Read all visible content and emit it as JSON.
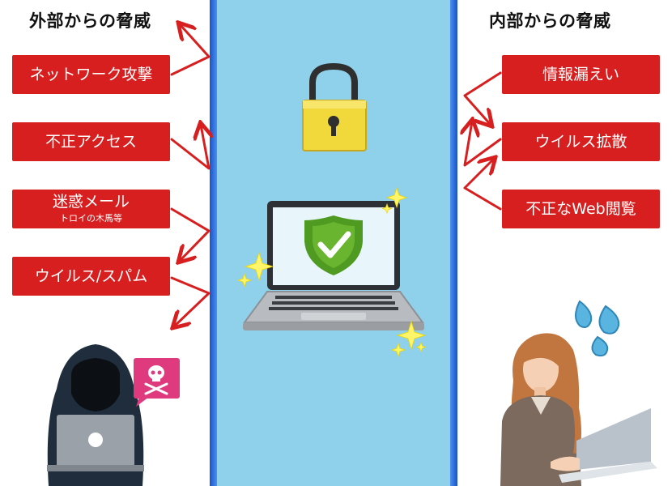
{
  "headings": {
    "external": "外部からの脅威",
    "internal": "内部からの脅威"
  },
  "external_threats": [
    {
      "label": "ネットワーク攻撃"
    },
    {
      "label": "不正アクセス"
    },
    {
      "label": "迷惑メール",
      "sub": "トロイの木馬等"
    },
    {
      "label": "ウイルス/スパム"
    }
  ],
  "internal_threats": [
    {
      "label": "情報漏えい"
    },
    {
      "label": "ウイルス拡散"
    },
    {
      "label": "不正なWeb閲覧"
    }
  ],
  "colors": {
    "threat_red": "#d81f1f",
    "band_blue": "#8fd0ea",
    "edge_blue": "#1a53c6",
    "lock_yellow": "#f2d93b",
    "shield_green": "#4f9b22"
  },
  "icons": [
    "padlock-icon",
    "laptop-shield-icon",
    "hacker-icon",
    "skull-crossbones-icon",
    "worried-woman-icon",
    "sweat-drops-icon",
    "sparkle-icon"
  ]
}
